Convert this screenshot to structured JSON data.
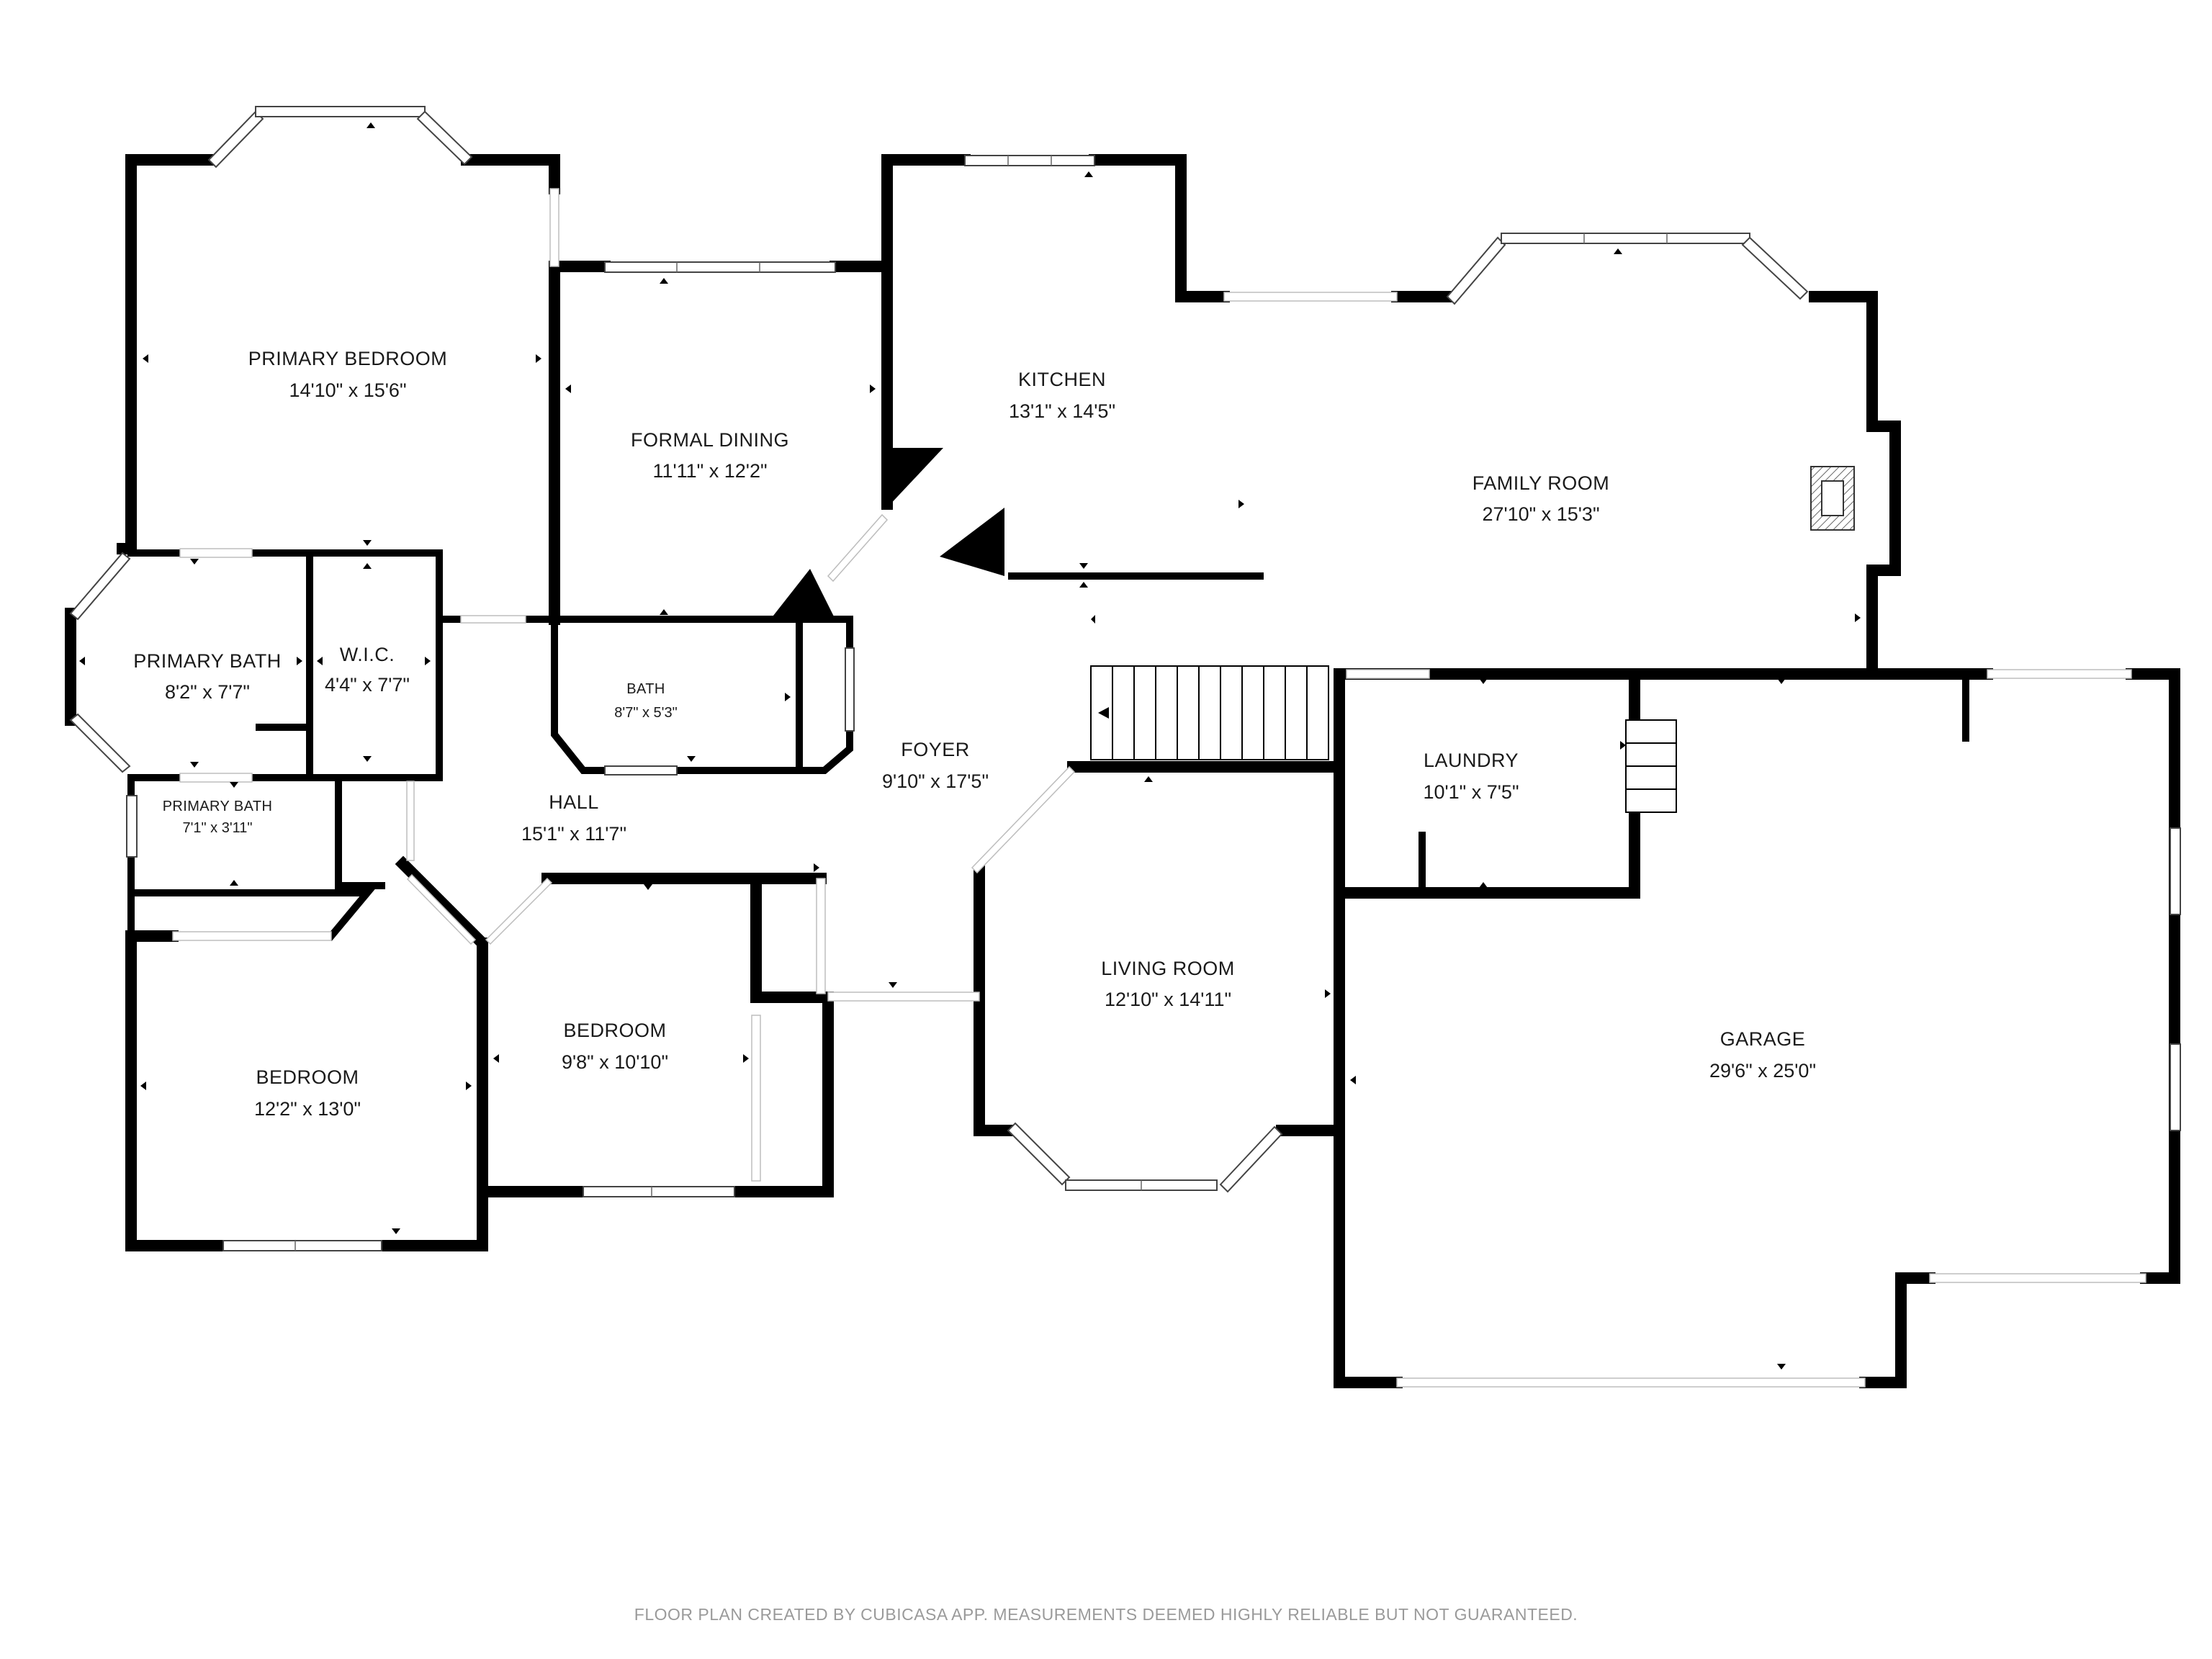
{
  "rooms": {
    "primary_bedroom": {
      "name": "PRIMARY BEDROOM",
      "dims": "14'10\" x 15'6\""
    },
    "formal_dining": {
      "name": "FORMAL DINING",
      "dims": "11'11\" x 12'2\""
    },
    "kitchen": {
      "name": "KITCHEN",
      "dims": "13'1\" x 14'5\""
    },
    "family_room": {
      "name": "FAMILY ROOM",
      "dims": "27'10\" x 15'3\""
    },
    "primary_bath": {
      "name": "PRIMARY BATH",
      "dims": "8'2\" x 7'7\""
    },
    "wic": {
      "name": "W.I.C.",
      "dims": "4'4\" x 7'7\""
    },
    "bath": {
      "name": "BATH",
      "dims": "8'7\" x 5'3\""
    },
    "foyer": {
      "name": "FOYER",
      "dims": "9'10\" x 17'5\""
    },
    "laundry": {
      "name": "LAUNDRY",
      "dims": "10'1\" x 7'5\""
    },
    "primary_bath_2": {
      "name": "PRIMARY BATH",
      "dims": "7'1\" x 3'11\""
    },
    "hall": {
      "name": "HALL",
      "dims": "15'1\" x 11'7\""
    },
    "living_room": {
      "name": "LIVING ROOM",
      "dims": "12'10\" x 14'11\""
    },
    "garage": {
      "name": "GARAGE",
      "dims": "29'6\" x 25'0\""
    },
    "bedroom_2": {
      "name": "BEDROOM",
      "dims": "9'8\" x 10'10\""
    },
    "bedroom_1": {
      "name": "BEDROOM",
      "dims": "12'2\" x 13'0\""
    }
  },
  "footer": "FLOOR PLAN CREATED BY CUBICASA APP. MEASUREMENTS DEEMED HIGHLY RELIABLE BUT NOT GUARANTEED.",
  "colors": {
    "wall": "#000000",
    "background": "#ffffff",
    "footer_text": "#9a9a9a"
  }
}
